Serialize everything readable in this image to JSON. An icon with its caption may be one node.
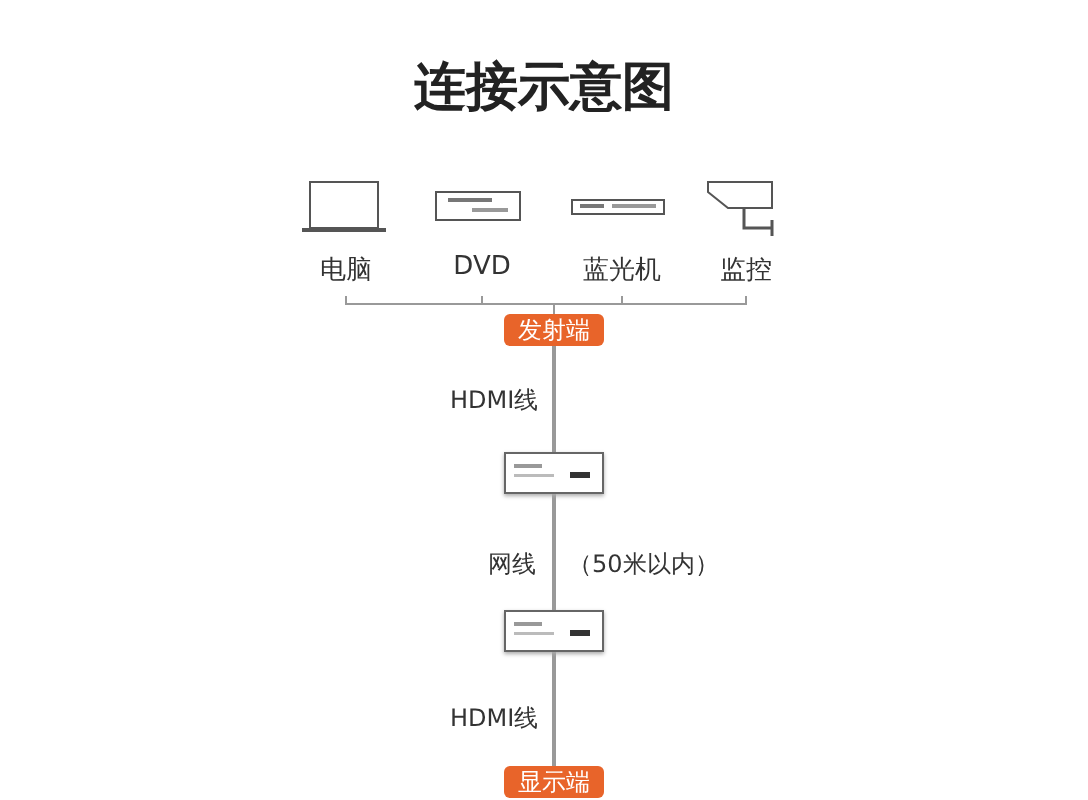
{
  "diagram": {
    "title": "连接示意图",
    "nodes": [
      {
        "text": [
          "电脑"
        ]
      },
      {
        "text": [
          "DVD"
        ]
      },
      {
        "text": [
          "蓝光机"
        ]
      },
      {
        "text": [
          "监控"
        ]
      },
      {
        "text": [
          "发射端"
        ]
      },
      {
        "text": [],
        "shape": "box"
      },
      {
        "text": [],
        "shape": "box"
      },
      {
        "text": [
          "显示端"
        ]
      }
    ],
    "edges": [
      {
        "from": 0,
        "to": 4,
        "arrow": "none"
      },
      {
        "from": 1,
        "to": 4,
        "arrow": "none"
      },
      {
        "from": 2,
        "to": 4,
        "arrow": "none"
      },
      {
        "from": 3,
        "to": 4,
        "arrow": "none"
      },
      {
        "from": 4,
        "to": 5,
        "arrow": "none",
        "label": "HDMI线"
      },
      {
        "from": 5,
        "to": 6,
        "arrow": "none",
        "label": "网线"
      },
      {
        "from": 6,
        "to": 7,
        "arrow": "none",
        "label": "HDMI线"
      }
    ],
    "labels": [
      "（50米以内）"
    ]
  }
}
